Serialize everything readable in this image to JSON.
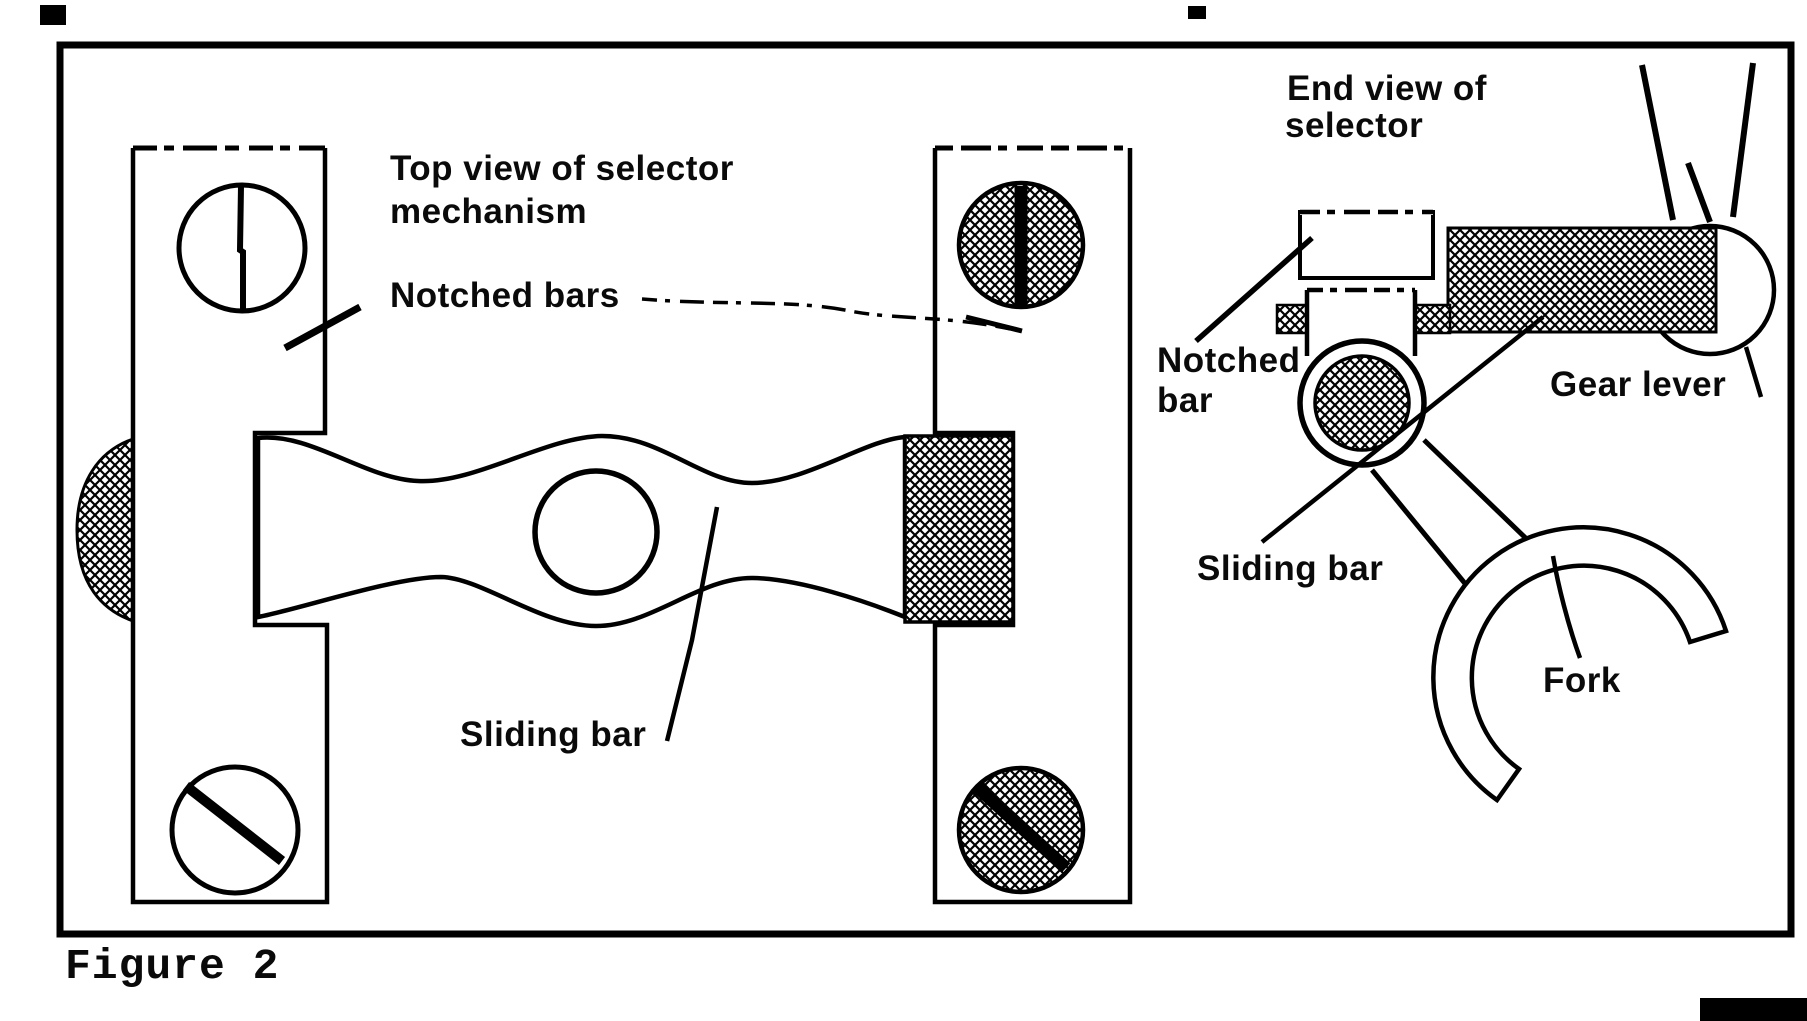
{
  "figure": {
    "caption": "Figure 2"
  },
  "top_view": {
    "title_line1": "Top view of selector",
    "title_line2": "mechanism",
    "label_notched_bars": "Notched bars",
    "label_sliding_bar": "Sliding bar"
  },
  "end_view": {
    "title_line1": "End view of",
    "title_line2": "selector",
    "label_notched_bar_line1": "Notched",
    "label_notched_bar_line2": "bar",
    "label_gear_lever": "Gear lever",
    "label_sliding_bar": "Sliding bar",
    "label_fork": "Fork"
  },
  "colors": {
    "ink": "#000000",
    "paper": "#ffffff"
  }
}
